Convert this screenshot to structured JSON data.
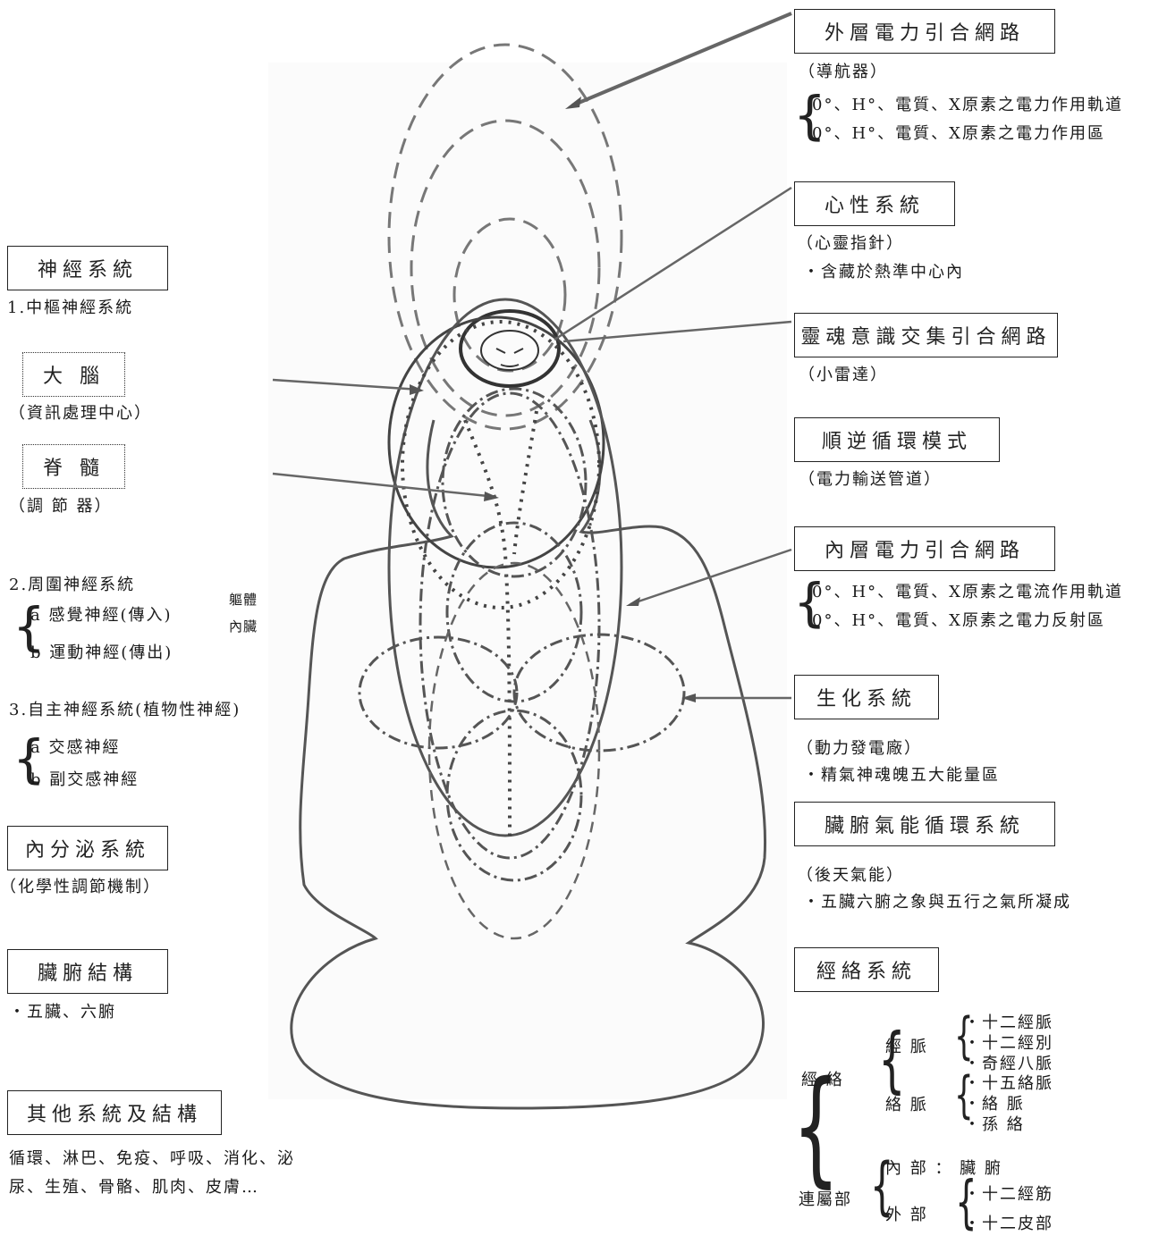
{
  "right": {
    "outer_net": {
      "title": "外層電力引合網路",
      "sub": "（導航器）",
      "lines": [
        "0°、H°、電質、X原素之電力作用軌道",
        "0°、H°、電質、X原素之電力作用區"
      ]
    },
    "mind": {
      "title": "心性系統",
      "sub": "（心靈指針）",
      "bullet": "・含藏於熱準中心內"
    },
    "soul_net": {
      "title": "靈魂意識交集引合網路",
      "sub": "（小雷達）"
    },
    "cycle": {
      "title": "順逆循環模式",
      "sub": "（電力輸送管道）"
    },
    "inner_net": {
      "title": "內層電力引合網路",
      "lines": [
        "0°、H°、電質、X原素之電流作用軌道",
        "0°、H°、電質、X原素之電力反射區"
      ]
    },
    "biochem": {
      "title": "生化系統",
      "sub": "（動力發電廠）",
      "bullet": "・精氣神魂魄五大能量區"
    },
    "organ_qi": {
      "title": "臟腑氣能循環系統",
      "sub": "（後天氣能）",
      "bullet": "・五臟六腑之象與五行之氣所凝成"
    },
    "meridian": {
      "title": "經絡系統",
      "jingluo": "經 絡",
      "jingmai": "經 脈",
      "jingmai_items": [
        "・十二經脈",
        "・十二經別",
        "・奇經八脈"
      ],
      "luomai": "絡 脈",
      "luomai_items": [
        "・十五絡脈",
        "・絡 脈",
        "・孫 絡"
      ],
      "lianshu": "連屬部",
      "inner": "內 部 ： 臟 腑",
      "outer": "外 部",
      "outer_items": [
        "・十二經筋",
        "・十二皮部"
      ]
    }
  },
  "left": {
    "nerve": {
      "title": "神經系統",
      "item1": "1.中樞神經系統",
      "brain": "大 腦",
      "brain_sub": "（資訊處理中心）",
      "spine": "脊 髓",
      "spine_sub": "（調 節 器）",
      "item2": "2.周圍神經系統",
      "sensory": "a 感覺神經(傳入)",
      "motor": "b 運動神經(傳出)",
      "side1": "軀體",
      "side2": "內臟",
      "item3": "3.自主神經系統(植物性神經)",
      "symp": "a 交感神經",
      "parasymp": "b 副交感神經"
    },
    "endocrine": {
      "title": "內分泌系統",
      "sub": "（化學性調節機制）"
    },
    "organs": {
      "title": "臟腑結構",
      "bullet": "・五臟、六腑"
    },
    "other": {
      "title": "其他系統及結構",
      "line1": "循環、淋巴、免疫、呼吸、消化、泌",
      "line2": "尿、生殖、骨骼、肌肉、皮膚…"
    }
  }
}
